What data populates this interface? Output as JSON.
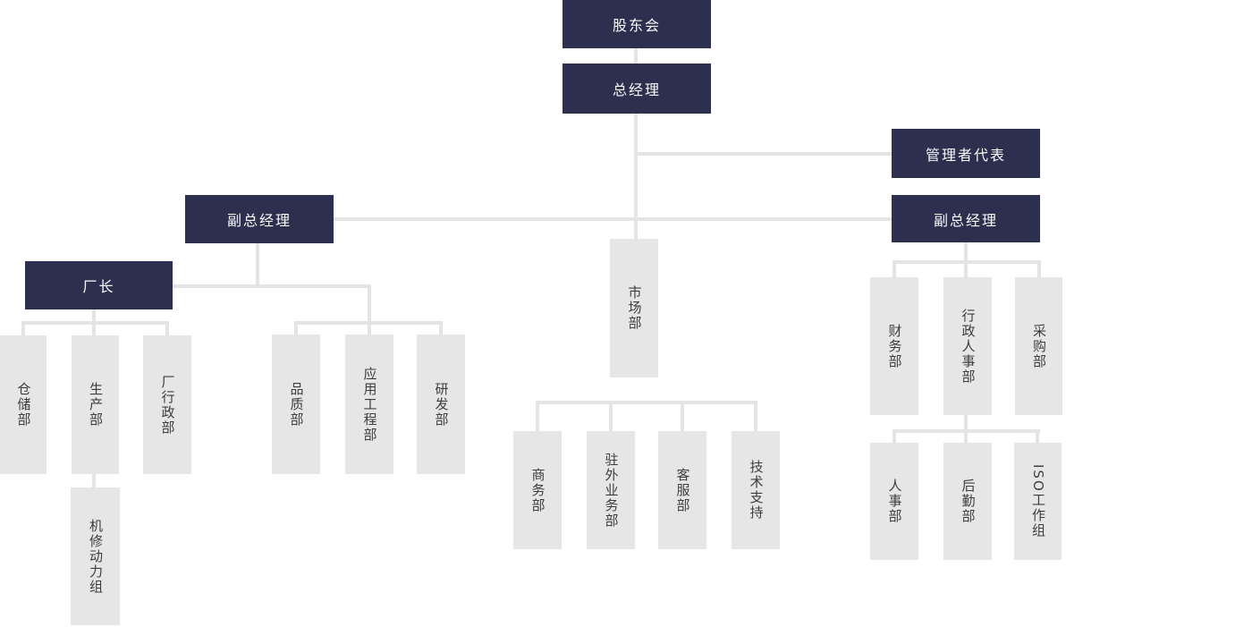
{
  "org": {
    "chart_type": "organization-chart",
    "colors": {
      "primary": "#2d2f4e",
      "box_gray": "#e6e6e6",
      "connector": "#e4e4e4",
      "text_light": "#fafafa",
      "text_dark": "#3d3d3d",
      "canvas_bg": "#ffffff"
    },
    "nodes": {
      "shareholders": "股东会",
      "general_manager": "总经理",
      "management_rep": "管理者代表",
      "deputy_gm_left": "副总经理",
      "deputy_gm_right": "副总经理",
      "factory_director": "厂长",
      "warehouse": "仓储部",
      "production": "生产部",
      "factory_admin": "厂行政部",
      "machine_repair": "机修动力组",
      "quality": "品质部",
      "application_eng": "应用工程部",
      "rnd": "研发部",
      "marketing": "市场部",
      "commerce": "商务部",
      "field_business": "驻外业务部",
      "customer_service": "客服部",
      "tech_support": "技术支持",
      "finance": "财务部",
      "admin_hr": "行政人事部",
      "purchasing": "采购部",
      "hr": "人事部",
      "logistics": "后勤部",
      "iso_group": "ISO工作组"
    },
    "hierarchy": {
      "股东会": [
        "总经理"
      ],
      "总经理": [
        "管理者代表",
        "副总经理(左)",
        "副总经理(右)",
        "市场部"
      ],
      "副总经理(左)": [
        "厂长",
        "品质部",
        "应用工程部",
        "研发部"
      ],
      "厂长": [
        "仓储部",
        "生产部",
        "厂行政部"
      ],
      "生产部": [
        "机修动力组"
      ],
      "市场部": [
        "商务部",
        "驻外业务部",
        "客服部",
        "技术支持"
      ],
      "副总经理(右)": [
        "财务部",
        "行政人事部",
        "采购部"
      ],
      "行政人事部": [
        "人事部",
        "后勤部",
        "ISO工作组"
      ]
    }
  }
}
